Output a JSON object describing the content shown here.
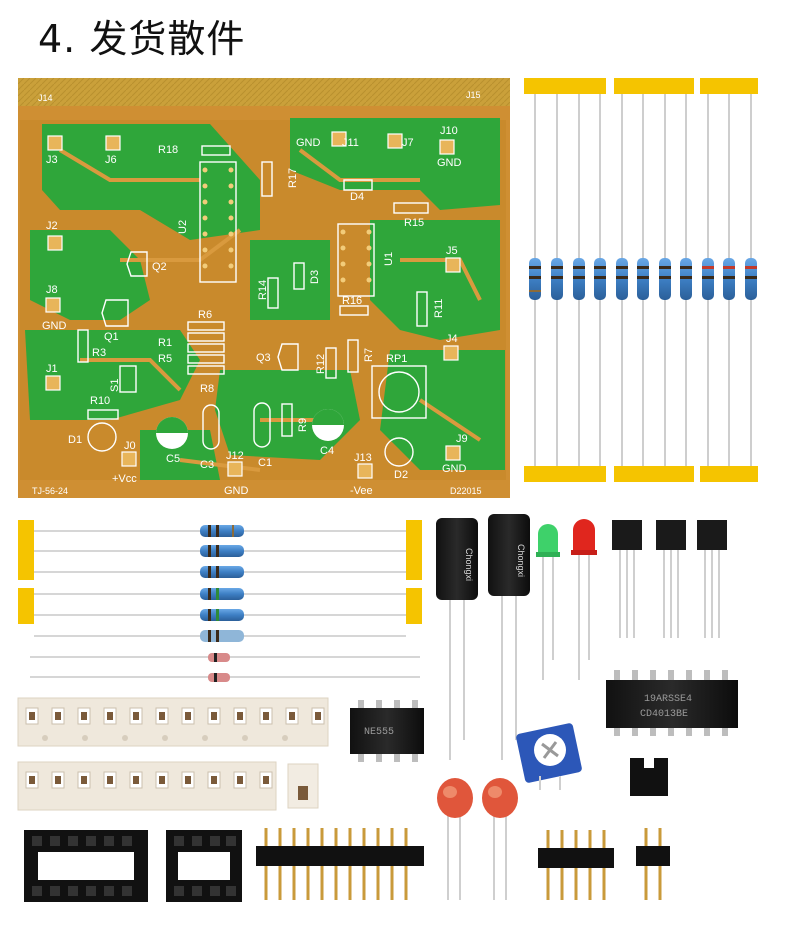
{
  "heading": "4. 发货散件",
  "pcb": {
    "labels": {
      "j14": "J14",
      "j15": "J15",
      "j3": "J3",
      "j6": "J6",
      "j11": "J11",
      "j7": "J7",
      "j10": "J10",
      "gnd_top": "GND",
      "gnd_j10": "GND",
      "j2": "J2",
      "j5": "J5",
      "j8": "J8",
      "gnd_j8": "GND",
      "j1": "J1",
      "j4": "J4",
      "r18": "R18",
      "r17": "R17",
      "u2": "U2",
      "d4": "D4",
      "r15": "R15",
      "q2": "Q2",
      "u1": "U1",
      "d3": "D3",
      "r14": "R14",
      "r16": "R16",
      "r11": "R11",
      "q1": "Q1",
      "r3": "R3",
      "r6": "R6",
      "r1": "R1",
      "r5": "R5",
      "r8": "R8",
      "q3": "Q3",
      "r12": "R12",
      "r7": "R7",
      "rp1": "RP1",
      "s1": "S1",
      "r10": "R10",
      "d1": "D1",
      "c5": "C5",
      "c3": "C3",
      "c1": "C1",
      "r9": "R9",
      "c4": "C4",
      "d2": "D2",
      "j9": "J9",
      "gnd_j9": "GND",
      "j0": "J0",
      "vcc": "+Vcc",
      "j12": "J12",
      "gnd_j12": "GND",
      "j13": "J13",
      "vee": "-Vee",
      "board_id": "TJ-56-24",
      "date": "D22015"
    }
  },
  "parts": {
    "capacitor_brand": "Chongxi",
    "ic_large_line1": "19ARSSE4",
    "ic_large_line2": "CD4013BE",
    "ic_small_line1": "NE555"
  },
  "colors": {
    "pcb_copper": "#c98a2c",
    "pcb_green": "#2fa63a",
    "tape": "#f5c400",
    "resistor_blue": "#3d7fc4"
  }
}
